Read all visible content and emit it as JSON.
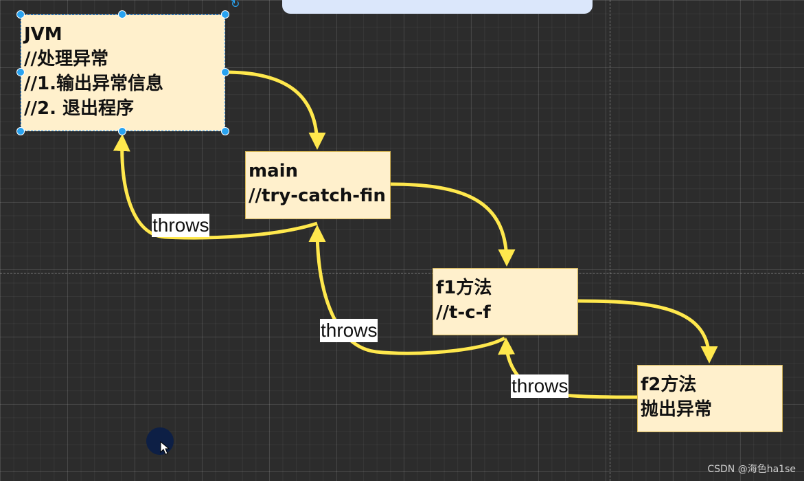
{
  "nodes": {
    "jvm": {
      "lines": [
        "JVM",
        "//处理异常",
        "//1.输出异常信息",
        "//2. 退出程序"
      ]
    },
    "main": {
      "lines": [
        "main",
        "//try-catch-fin"
      ]
    },
    "f1": {
      "lines": [
        "f1方法",
        "//t-c-f"
      ]
    },
    "f2": {
      "lines": [
        "f2方法",
        "抛出异常"
      ]
    }
  },
  "edges": {
    "throws_main_to_jvm": "throws",
    "throws_f1_to_main": "throws",
    "throws_f2_to_f1": "throws"
  },
  "colors": {
    "arrow": "#ffe84d",
    "node_fill": "#fff0cc",
    "selection": "#29a3f0",
    "canvas": "#2c2c2c"
  },
  "watermark": "CSDN @海色ha1se"
}
